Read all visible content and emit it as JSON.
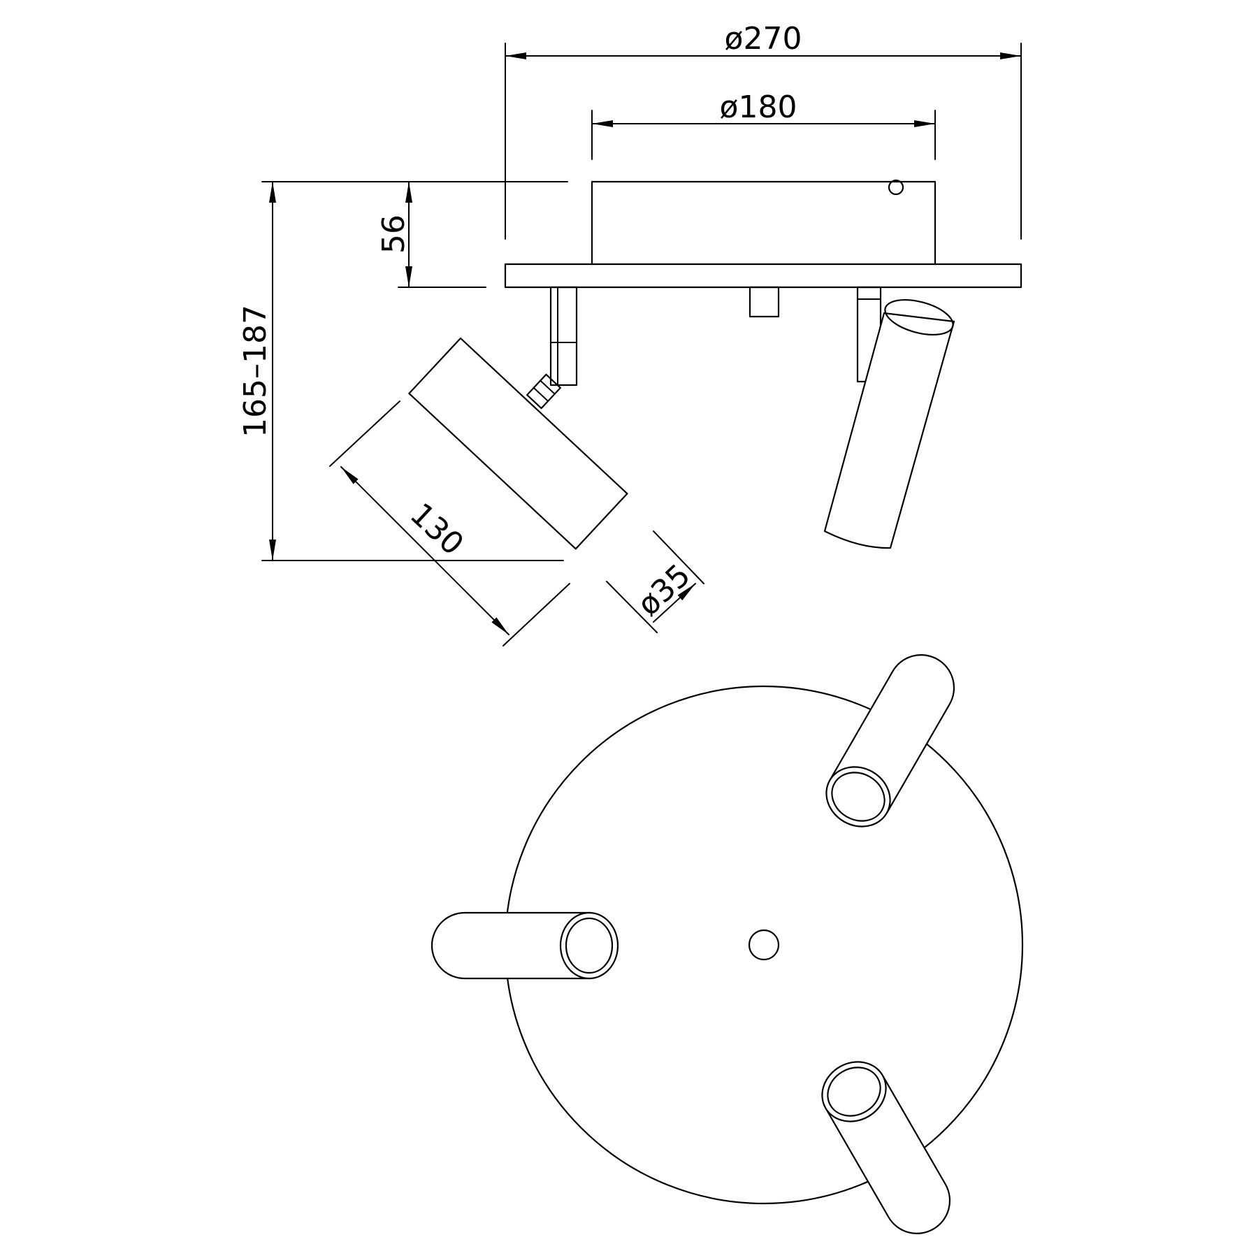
{
  "dimensions": {
    "outer_diameter": "ø270",
    "inner_diameter": "ø180",
    "canopy_height": "56",
    "total_height": "165–187",
    "spot_length": "130",
    "spot_diameter": "ø35"
  },
  "colors": {
    "line": "#000000",
    "background": "#ffffff"
  }
}
